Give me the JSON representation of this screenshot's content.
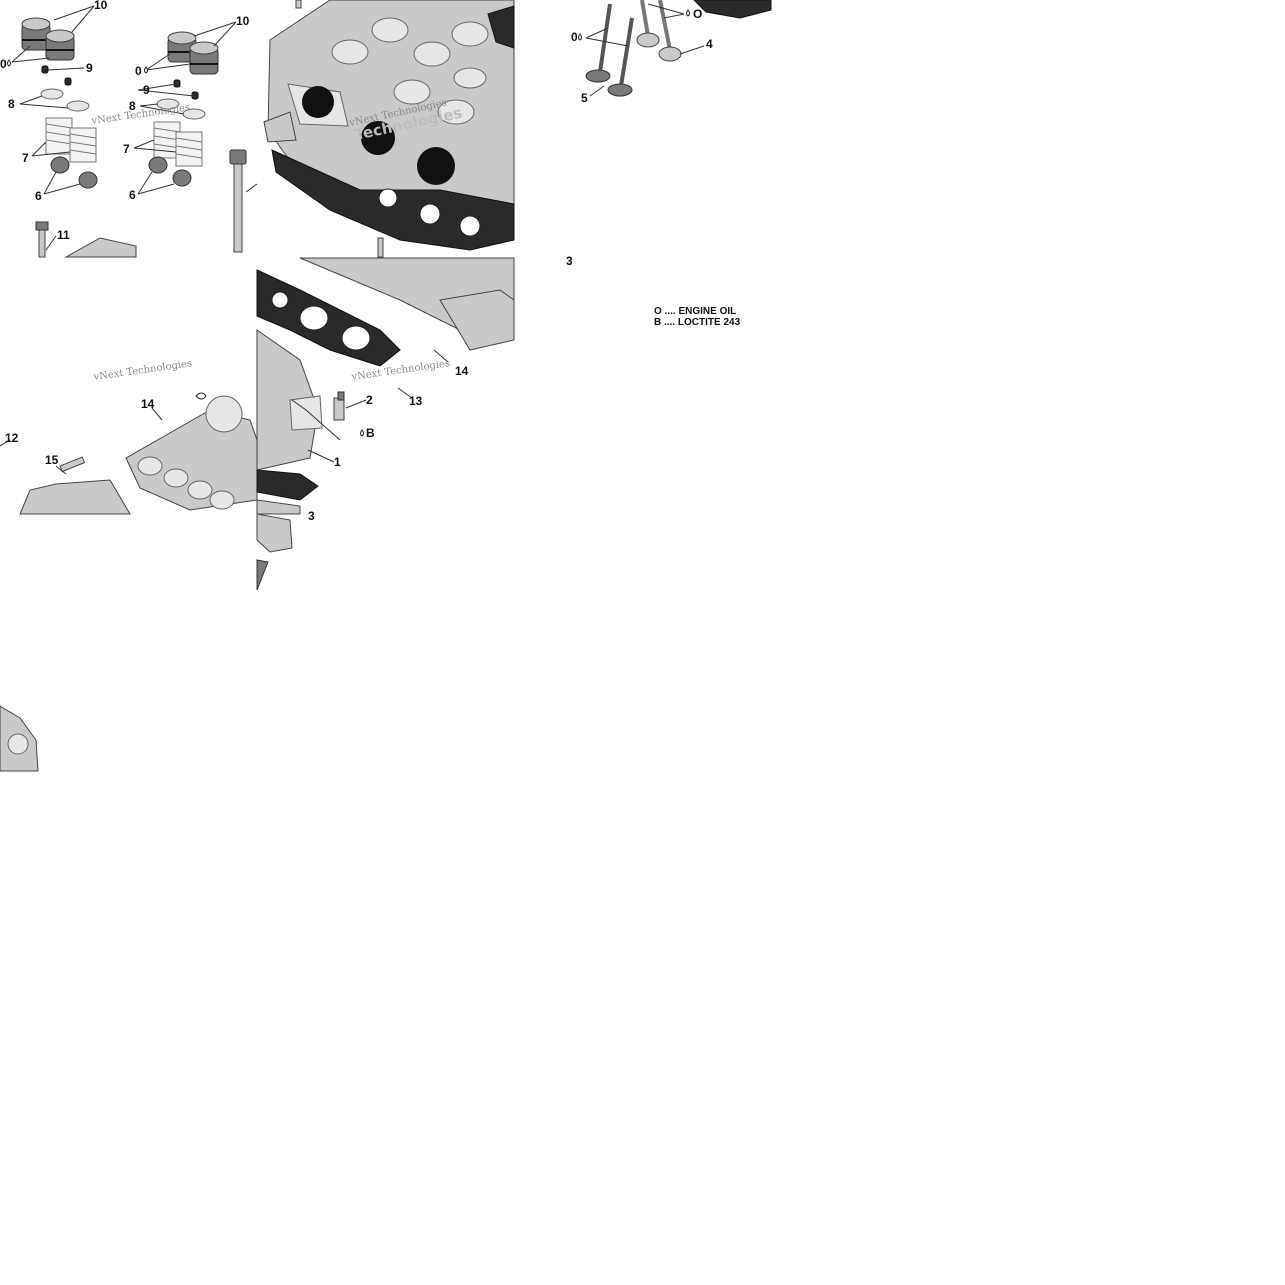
{
  "diagram": {
    "callouts": {
      "c10a": "10",
      "c10b": "10",
      "c9a": "9",
      "c9b": "9",
      "c8a": "8",
      "c8b": "8",
      "c7a": "7",
      "c7b": "7",
      "c6a": "6",
      "c6b": "6",
      "c11": "11",
      "c4": "4",
      "c5": "5",
      "c3a": "3",
      "c14a": "14",
      "c14b": "14",
      "c12": "12",
      "c15": "15",
      "c13": "13",
      "c2": "2",
      "c1": "1",
      "c3b": "3",
      "oil1": "0",
      "oil2": "0",
      "oil3": "0",
      "oil4": "O",
      "loc1": "B"
    },
    "legend": {
      "oil": "O .... ENGINE OIL",
      "loctite": "B .... LOCTITE 243"
    },
    "watermark": {
      "text": "vNext Technologies",
      "big": "Technologies"
    }
  }
}
